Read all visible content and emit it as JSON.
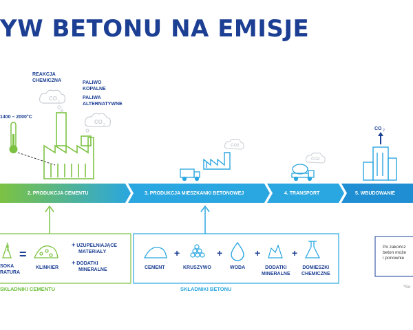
{
  "title": "YW BETONU NA EMISJE",
  "factory_labels": {
    "reakcja": "REAKCJA CHEMICZNA",
    "reakcja_l1": "REAKCJA",
    "reakcja_l2": "CHEMICZNA",
    "paliwo_l1": "PALIWO",
    "paliwo_l2": "KOPALNE",
    "alt_l1": "PALIWA",
    "alt_l2": "ALTERNATYWNE",
    "temp": "1400 – 2000°C",
    "co2": "CO2"
  },
  "stages": [
    {
      "label": "2. PRODUKCJA CEMENTU"
    },
    {
      "label": "3. PRODUKCJA MIESZKANKI BETONOWEJ"
    },
    {
      "label": "4. TRANSPORT"
    },
    {
      "label": "5. WBUDOWANIE"
    }
  ],
  "cement": {
    "wysoka_l1": "SOKA",
    "wysoka_l2": "RATURA",
    "klinkier": "KLINKIER",
    "uzup_l1": "UZUPEŁNIAJĄCE",
    "uzup_l2": "MATERIAŁY",
    "dodatki_l1": "DODATKI",
    "dodatki_l2": "MINERALNE",
    "section": "SKŁADNIKI CEMENTU"
  },
  "beton": {
    "cement": "CEMENT",
    "kruszywo": "KRUSZYWO",
    "woda": "WODA",
    "dodatki_l1": "DODATKI",
    "dodatki_l2": "MINERALNE",
    "domieszki_l1": "DOMIESZKI",
    "domieszki_l2": "CHEMICZNE",
    "section": "SKŁADNIKI BETONU"
  },
  "note": {
    "l1": "Po zakończ",
    "l2": "beton może",
    "l3": "i ponownie",
    "foot": "*So"
  },
  "colors": {
    "navy": "#1c3f94",
    "green": "#7cc242",
    "blue": "#2aa6e0",
    "light_blue": "#8fd3f4",
    "gray": "#c9cdd3"
  }
}
